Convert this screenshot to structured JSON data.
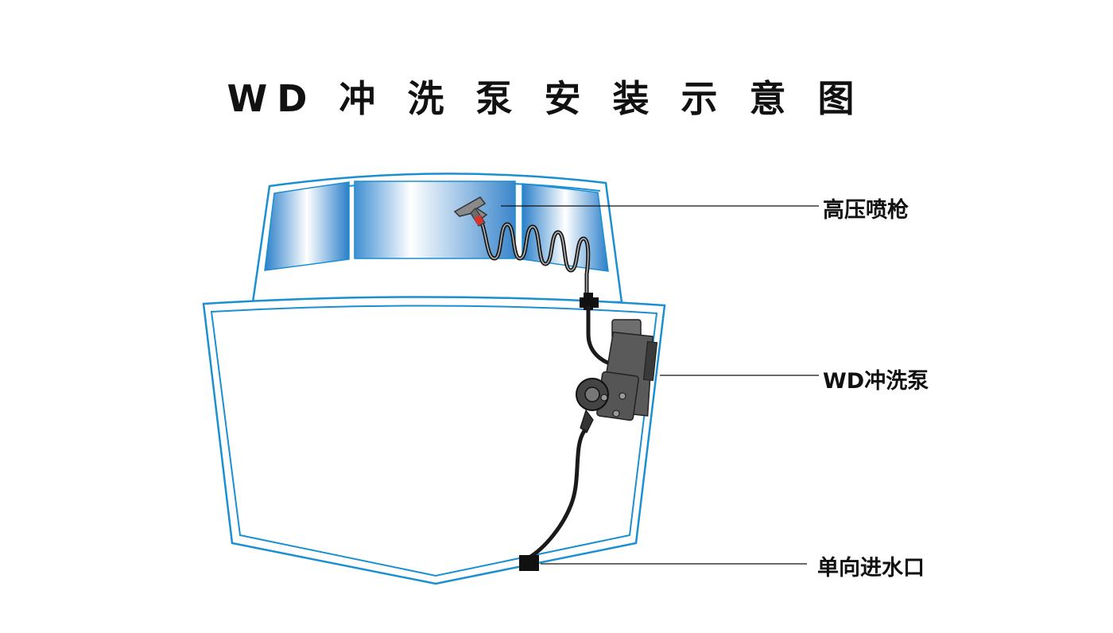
{
  "title": "WD 冲 洗 泵 安 装 示 意 图",
  "labels": {
    "spray_gun": "高压喷枪",
    "pump": "WD冲洗泵",
    "inlet": "单向进水口"
  },
  "colors": {
    "hull_outline": "#1a8fd1",
    "glass_dark": "#2a7fc9",
    "glass_light": "#ffffff",
    "pump_body": "#5a5a5a",
    "hose": "#1a1a1a",
    "gun_tip": "#d6332a"
  }
}
